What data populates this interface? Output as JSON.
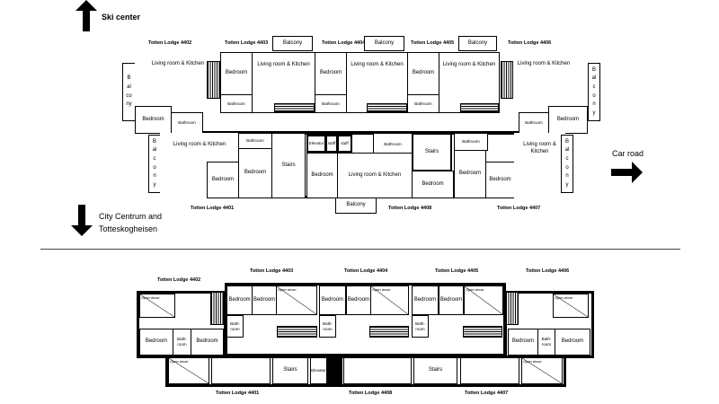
{
  "directions": {
    "ski_center": "Ski center",
    "city_line1": "City Centrum and",
    "city_line2": "Totteskogheisen",
    "car_road": "Car road"
  },
  "top_plan": {
    "unit_labels": [
      "Totten Lodge 4402",
      "Totten Lodge 4403",
      "Totten Lodge 4404",
      "Totten Lodge 4405",
      "Totten Lodge 4406",
      "Totten Lodge 4401",
      "Totten Lodge 4408",
      "Totten Lodge 4407"
    ],
    "rooms": [
      "Balcony",
      "Balcony",
      "Balcony",
      "Balcony",
      "Living room & Kitchen",
      "Bedroom",
      "Bathroom",
      "Bedroom",
      "Bathroom",
      "Living room & Kitchen",
      "Bedroom",
      "Bathroom",
      "Living room & Kitchen",
      "Bedroom",
      "Bathroom",
      "Living room & Kitchen",
      "Living room & Kitchen",
      "Bathroom",
      "Bedroom",
      "Balcony",
      "Balcony",
      "Living room & Kitchen",
      "Bathroom",
      "Bedroom",
      "Bedroom",
      "Stairs",
      "Elevator",
      "staff",
      "staff",
      "Bathroom",
      "Stairs",
      "Bedroom",
      "Living room & Kitchen",
      "Bedroom",
      "Balcony",
      "Bathroom",
      "Bedroom",
      "Bedroom",
      "Living room & Kitchen",
      "Balcony"
    ]
  },
  "bottom_plan": {
    "unit_labels": [
      "Totten Lodge 4402",
      "Totten Lodge 4403",
      "Totten Lodge 4404",
      "Totten Lodge 4405",
      "Totten Lodge 4406",
      "Totten Lodge 4401",
      "Totten Lodge 4408",
      "Totten Lodge 4407"
    ],
    "rooms": [
      "Open down",
      "Bedroom",
      "Bath-room",
      "Bedroom",
      "Bedroom",
      "Bedroom",
      "Open down",
      "Bath-room",
      "Bedroom",
      "Bedroom",
      "Open down",
      "Bath-room",
      "Bedroom",
      "Bedroom",
      "Open down",
      "Bath-room",
      "Open down",
      "Bedroom",
      "Bath-room",
      "Bedroom",
      "Open down",
      "",
      "Stairs",
      "Elevator",
      "",
      "",
      "Stairs",
      "",
      "Open down"
    ]
  }
}
